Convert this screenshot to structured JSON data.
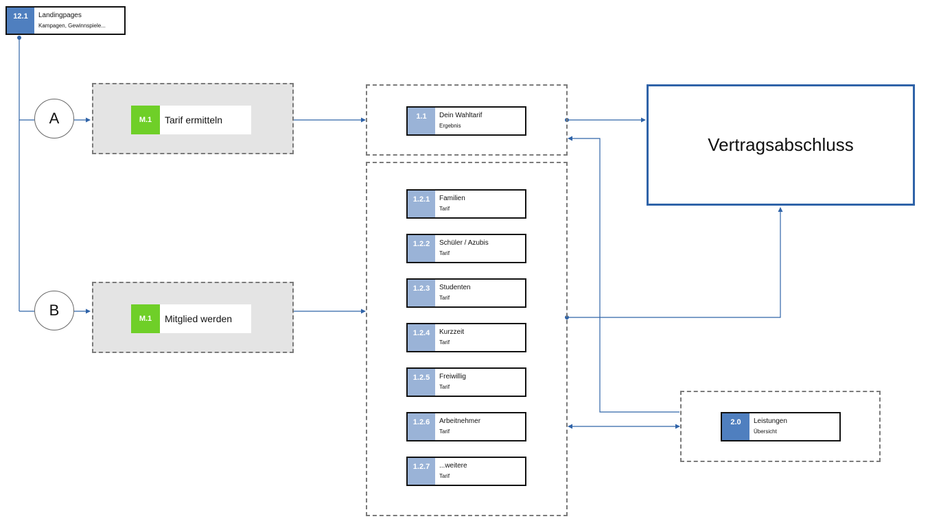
{
  "landing": {
    "num": "12.1",
    "title": "Landingpages",
    "sub": "Kampagen, Gewinnspiele..."
  },
  "entries": [
    {
      "circle": "A",
      "tag": "M.1",
      "label": "Tarif ermitteln"
    },
    {
      "circle": "B",
      "tag": "M.1",
      "label": "Mitglied werden"
    }
  ],
  "wahltarif": {
    "num": "1.1",
    "title": "Dein Wahltarif",
    "sub": "Ergebnis"
  },
  "tarife": [
    {
      "num": "1.2.1",
      "title": "Familien",
      "sub": "Tarif"
    },
    {
      "num": "1.2.2",
      "title": "Schüler / Azubis",
      "sub": "Tarif"
    },
    {
      "num": "1.2.3",
      "title": "Studenten",
      "sub": "Tarif"
    },
    {
      "num": "1.2.4",
      "title": "Kurzzeit",
      "sub": "Tarif"
    },
    {
      "num": "1.2.5",
      "title": "Freiwillig",
      "sub": "Tarif"
    },
    {
      "num": "1.2.6",
      "title": "Arbeitnehmer",
      "sub": "Tarif"
    },
    {
      "num": "1.2.7",
      "title": "...weitere",
      "sub": "Tarif"
    }
  ],
  "goal": {
    "label": "Vertragsabschluss"
  },
  "leistungen": {
    "num": "2.0",
    "title": "Leistungen",
    "sub": "Übersicht"
  },
  "colors": {
    "connector": "#2f63a8",
    "module_tag": "#6fcf28",
    "node_num": "#9ab3d7",
    "node_num_dark": "#4f7fbf"
  }
}
